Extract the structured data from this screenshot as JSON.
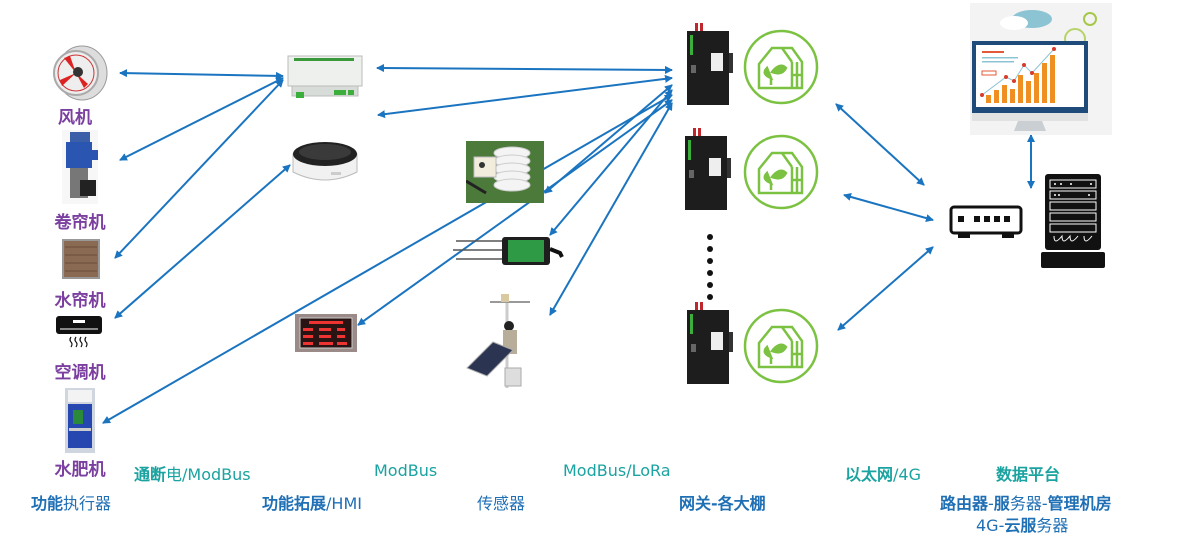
{
  "actuators": {
    "fan": "风机",
    "roller": "卷帘机",
    "water_curtain": "水帘机",
    "air_conditioner": "空调机",
    "fertigation": "水肥机"
  },
  "protocols": {
    "onoff_modbus": {
      "bold": "通断",
      "rest": "电/ModBus"
    },
    "modbus": "ModBus",
    "modbus_lora": "ModBus/LoRa",
    "ethernet_4g": {
      "bold": "以太网",
      "rest": "/4G"
    },
    "data_platform": "数据平台"
  },
  "categories": {
    "actuator": {
      "bold": "功能",
      "rest": "执行器"
    },
    "extension": {
      "bold": "功能拓展",
      "rest": "/HMI"
    },
    "sensor": "传感器",
    "gateway": "网关-各大棚",
    "server_line1": {
      "p1": "路由器",
      "p2": "-",
      "p3": "服",
      "p4": "务器-",
      "p5": "管理机房"
    },
    "server_line2": {
      "p1": "4G-",
      "p2": "云服",
      "p3": "务器"
    }
  },
  "colors": {
    "arrow": "#1a74c0",
    "actuator_label": "#7b3fa0",
    "protocol_label": "#1aa3a0",
    "category_label": "#1f6fb5",
    "greenhouse": "#7cc242"
  }
}
